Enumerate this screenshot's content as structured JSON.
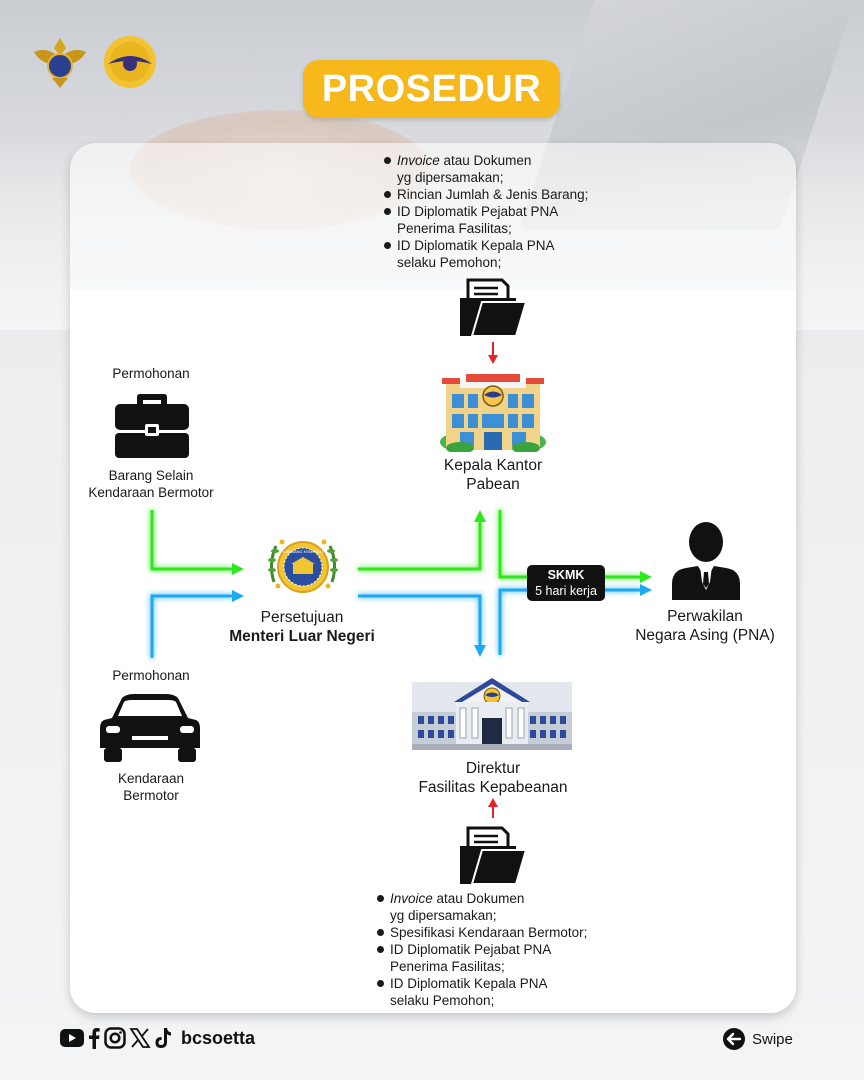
{
  "header": {
    "title": "PROSEDUR"
  },
  "docs_top": {
    "items": [
      {
        "italic": "Invoice",
        "rest": " atau Dokumen",
        "line2": "yg dipersamakan;"
      },
      {
        "line1": "Rincian Jumlah & Jenis Barang;"
      },
      {
        "line1": "ID Diplomatik Pejabat PNA",
        "line2": "Penerima Fasilitas;"
      },
      {
        "line1": "ID Diplomatik Kepala PNA",
        "line2": "selaku Pemohon;"
      }
    ]
  },
  "docs_bottom": {
    "items": [
      {
        "italic": "Invoice",
        "rest": " atau Dokumen",
        "line2": "yg dipersamakan;"
      },
      {
        "line1": "Spesifikasi Kendaraan Bermotor;"
      },
      {
        "line1": "ID Diplomatik Pejabat PNA",
        "line2": "Penerima Fasilitas;"
      },
      {
        "line1": "ID Diplomatik Kepala PNA",
        "line2": "selaku Pemohon;"
      }
    ]
  },
  "nodes": {
    "permohonan_barang": {
      "top": "Permohonan",
      "bottom1": "Barang Selain",
      "bottom2": "Kendaraan Bermotor"
    },
    "permohonan_kendaraan": {
      "top": "Permohonan",
      "bottom1": "Kendaraan",
      "bottom2": "Bermotor"
    },
    "menteri": {
      "line1": "Persetujuan",
      "line2": "Menteri Luar Negeri"
    },
    "kepala_kantor": {
      "line1": "Kepala Kantor",
      "line2": "Pabean"
    },
    "direktur": {
      "line1": "Direktur",
      "line2": "Fasilitas Kepabeanan"
    },
    "pna": {
      "line1": "Perwakilan",
      "line2": "Negara Asing (PNA)"
    },
    "seal_text": "LAMBANG KEMENLU"
  },
  "skmk": {
    "line1": "SKMK",
    "line2": "5 hari kerja"
  },
  "footer": {
    "handle": "bcsoetta",
    "swipe": "Swipe"
  },
  "colors": {
    "green_flow": "#2ee81e",
    "blue_flow": "#1aa9f2",
    "red_arrow": "#e5232a",
    "title_bg": "#f6b81a"
  }
}
